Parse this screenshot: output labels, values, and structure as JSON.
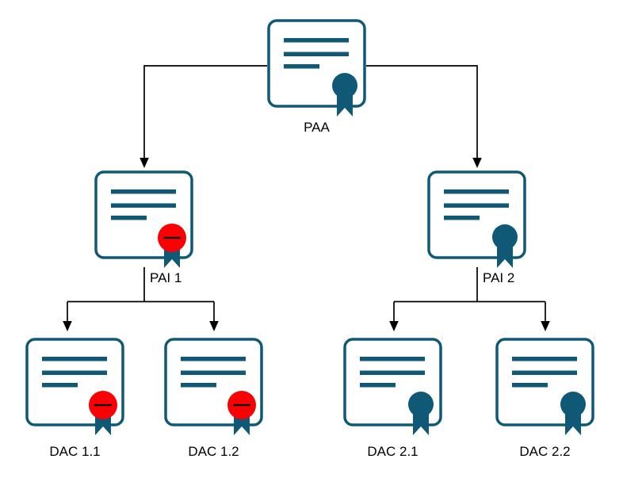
{
  "diagram": {
    "type": "certificate-hierarchy-tree",
    "colors": {
      "outline": "#0f5876",
      "seal_blue": "#0f5876",
      "seal_red": "#fa0005",
      "dash": "#000000",
      "connector": "#000000",
      "text": "#000000",
      "background": "#ffffff"
    },
    "nodes": [
      {
        "id": "paa",
        "label": "PAA",
        "icon": "certificate-icon",
        "seal_color": "blue"
      },
      {
        "id": "pai-1",
        "label": "PAI 1",
        "icon": "certificate-icon",
        "seal_color": "red",
        "seal_mark": "minus"
      },
      {
        "id": "pai-2",
        "label": "PAI 2",
        "icon": "certificate-icon",
        "seal_color": "blue"
      },
      {
        "id": "dac-1-1",
        "label": "DAC 1.1",
        "icon": "certificate-icon",
        "seal_color": "red",
        "seal_mark": "minus"
      },
      {
        "id": "dac-1-2",
        "label": "DAC 1.2",
        "icon": "certificate-icon",
        "seal_color": "red",
        "seal_mark": "minus"
      },
      {
        "id": "dac-2-1",
        "label": "DAC 2.1",
        "icon": "certificate-icon",
        "seal_color": "blue"
      },
      {
        "id": "dac-2-2",
        "label": "DAC 2.2",
        "icon": "certificate-icon",
        "seal_color": "blue"
      }
    ],
    "edges": [
      {
        "from": "PAA",
        "to": "PAI 1"
      },
      {
        "from": "PAA",
        "to": "PAI 2"
      },
      {
        "from": "PAI 1",
        "to": "DAC 1.1"
      },
      {
        "from": "PAI 1",
        "to": "DAC 1.2"
      },
      {
        "from": "PAI 2",
        "to": "DAC 2.1"
      },
      {
        "from": "PAI 2",
        "to": "DAC 2.2"
      }
    ]
  }
}
